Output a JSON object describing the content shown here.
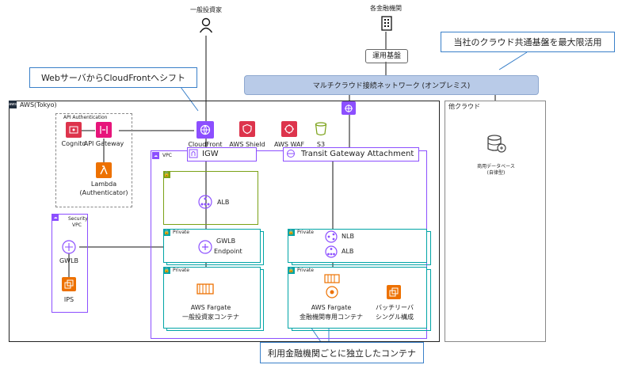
{
  "top": {
    "users": "一般投資家",
    "institutions": "各金融機関",
    "ops_infra": "運用基盤",
    "multicloud_network": "マルチクラウド接続ネットワーク (オンプレミス)"
  },
  "callouts": {
    "shared_platform": "当社のクラウド共通基盤を最大限活用",
    "cloudfront_shift": "WebサーバからCloudFrontへシフト",
    "per_institution": "利用金融機関ごとに独立したコンテナ"
  },
  "aws": {
    "title": "AWS(Tokyo)",
    "api_auth": {
      "title": "API Authentication",
      "cognito": "Cognito",
      "api_gateway": "API Gateway",
      "lambda_line1": "Lambda",
      "lambda_line2": "(Authenticator)"
    },
    "edge": {
      "cloudfront": "CloudFront",
      "shield": "AWS Shield",
      "waf": "AWS WAF",
      "s3": "S3"
    },
    "security_vpc": {
      "title_line1": "Security",
      "title_line2": "VPC",
      "gwlb": "GWLB",
      "ips": "IPS"
    },
    "vpc": {
      "title": "VPC",
      "igw": "IGW",
      "tga": "Transit Gateway Attachment",
      "alb": "ALB",
      "private": "Private",
      "gwlb_endpoint_line1": "GWLB",
      "gwlb_endpoint_line2": "Endpoint",
      "nlb": "NLB",
      "alb2": "ALB",
      "fargate_public_line1": "AWS Fargate",
      "fargate_public_line2": "一般投資家コンテナ",
      "fargate_fi_line1": "AWS Fargate",
      "fargate_fi_line2": "金融機関専用コンテナ",
      "batch_line1": "バッチリーバ",
      "batch_line2": "シングル構成"
    }
  },
  "other_cloud": {
    "title": "他クラウド",
    "db_line1": "商用データベース",
    "db_line2": "(自律型)"
  },
  "colors": {
    "network_bar": "#b9cbe8",
    "callout_border": "#3a80c9",
    "vpc_border": "#8c4fff",
    "private_subnet": "#00a4a6",
    "public_subnet": "#7aa116",
    "security_red": "#dd344c",
    "compute_orange": "#ed7100",
    "storage_green": "#7aa116"
  }
}
